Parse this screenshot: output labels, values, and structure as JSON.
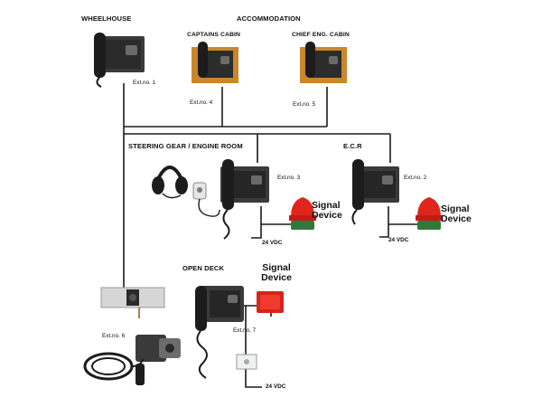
{
  "locations": {
    "wheelhouse": "WHEELHOUSE",
    "accommodation": "ACCOMMODATION",
    "captains_cabin": "CAPTAINS CABIN",
    "chief_eng_cabin": "CHIEF ENG. CABIN",
    "steering_engine_room": "STEERING GEAR / ENGINE ROOM",
    "ecr": "E.C.R",
    "open_deck": "OPEN DECK"
  },
  "extensions": {
    "ext1": "Ext.no. 1",
    "ext2": "Ext.no. 2",
    "ext3": "Ext.no. 3",
    "ext4": "Ext.no. 4",
    "ext5": "Ext.no. 5",
    "ext6": "Ext.no. 6",
    "ext7": "Ext.no. 7"
  },
  "signal_device": {
    "line1": "Signal",
    "line2": "Device"
  },
  "power": "24 VDC",
  "colors": {
    "line": "#1a1a1a",
    "phone_body": "#3a3a3a",
    "phone_dark": "#1c1c1c",
    "cabin_plate": "#c9862b",
    "beacon_red": "#e0261c",
    "beacon_base": "#2f7a3a",
    "box_grey": "#d6d6d6"
  }
}
